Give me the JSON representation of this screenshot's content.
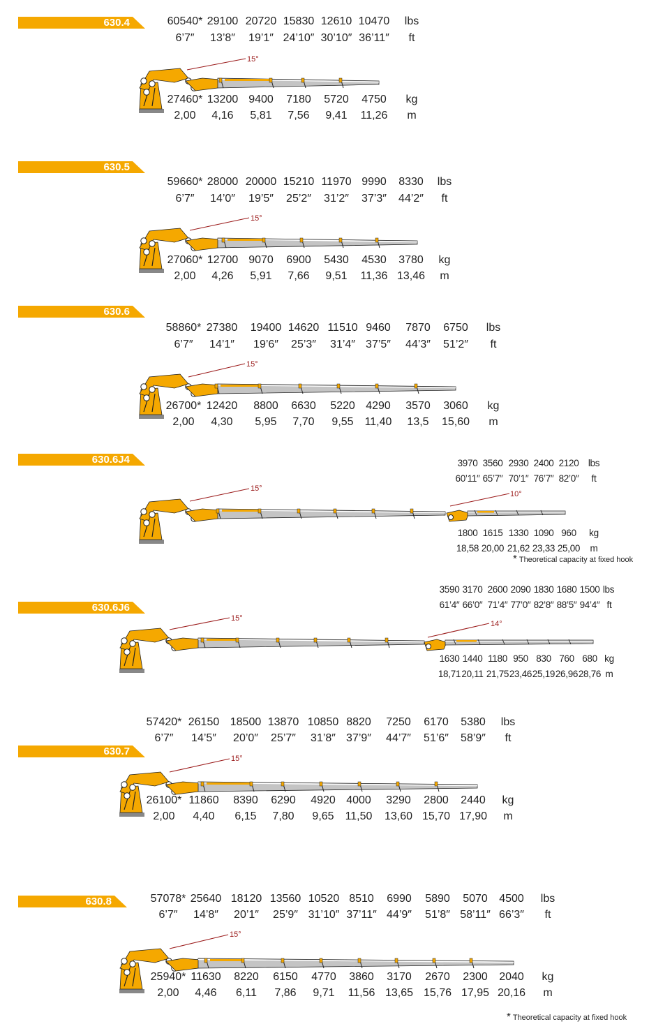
{
  "accent_color": "#f5a800",
  "angle_color": "#9b1b1b",
  "boom_color": "#c4c4c4",
  "models": [
    {
      "name": "630.4",
      "angle": "15°",
      "units_lbs": "lbs",
      "units_ft": "ft",
      "units_kg": "kg",
      "units_m": "m",
      "lbs": [
        "60540*",
        "29100",
        "20720",
        "15830",
        "12610",
        "10470"
      ],
      "ft": [
        "6’7″",
        "13’8″",
        "19’1″",
        "24’10″",
        "30’10″",
        "36’11″"
      ],
      "kg": [
        "27460*",
        "13200",
        "9400",
        "7180",
        "5720",
        "4750"
      ],
      "m": [
        "2,00",
        "4,16",
        "5,81",
        "7,56",
        "9,41",
        "11,26"
      ]
    },
    {
      "name": "630.5",
      "angle": "15°",
      "units_lbs": "lbs",
      "units_ft": "ft",
      "units_kg": "kg",
      "units_m": "m",
      "lbs": [
        "59660*",
        "28000",
        "20000",
        "15210",
        "11970",
        "9990",
        "8330"
      ],
      "ft": [
        "6’7″",
        "14’0″",
        "19’5″",
        "25’2″",
        "31’2″",
        "37’3″",
        "44’2″"
      ],
      "kg": [
        "27060*",
        "12700",
        "9070",
        "6900",
        "5430",
        "4530",
        "3780"
      ],
      "m": [
        "2,00",
        "4,26",
        "5,91",
        "7,66",
        "9,51",
        "11,36",
        "13,46"
      ]
    },
    {
      "name": "630.6",
      "angle": "15°",
      "units_lbs": "lbs",
      "units_ft": "ft",
      "units_kg": "kg",
      "units_m": "m",
      "lbs": [
        "58860*",
        "27380",
        "19400",
        "14620",
        "11510",
        "9460",
        "7870",
        "6750"
      ],
      "ft": [
        "6’7″",
        "14’1″",
        "19’6″",
        "25’3″",
        "31’4″",
        "37’5″",
        "44’3″",
        "51’2″"
      ],
      "kg": [
        "26700*",
        "12420",
        "8800",
        "6630",
        "5220",
        "4290",
        "3570",
        "3060"
      ],
      "m": [
        "2,00",
        "4,30",
        "5,95",
        "7,70",
        "9,55",
        "11,40",
        "13,5",
        "15,60"
      ]
    },
    {
      "name": "630.6J4",
      "angle": "15°",
      "jib_angle": "10°",
      "units_lbs": "lbs",
      "units_ft": "ft",
      "units_kg": "kg",
      "units_m": "m",
      "lbs": [
        "3970",
        "3560",
        "2930",
        "2400",
        "2120"
      ],
      "ft": [
        "60’11″",
        "65’7″",
        "70’1″",
        "76’7″",
        "82’0″"
      ],
      "kg": [
        "1800",
        "1615",
        "1330",
        "1090",
        "960"
      ],
      "m": [
        "18,58",
        "20,00",
        "21,62",
        "23,33",
        "25,00"
      ],
      "note": "Theoretical capacity at fixed hook"
    },
    {
      "name": "630.6J6",
      "angle": "15°",
      "jib_angle": "14°",
      "units_lbs": "lbs",
      "units_ft": "ft",
      "units_kg": "kg",
      "units_m": "m",
      "lbs": [
        "3590",
        "3170",
        "2600",
        "2090",
        "1830",
        "1680",
        "1500"
      ],
      "ft": [
        "61’4″",
        "66’0″",
        "71’4″",
        "77’0″",
        "82’8″",
        "88’5″",
        "94’4″"
      ],
      "kg": [
        "1630",
        "1440",
        "1180",
        "950",
        "830",
        "760",
        "680"
      ],
      "m": [
        "18,71",
        "20,11",
        "21,75",
        "23,46",
        "25,19",
        "26,96",
        "28,76"
      ]
    },
    {
      "name": "630.7",
      "angle": "15°",
      "units_lbs": "lbs",
      "units_ft": "ft",
      "units_kg": "kg",
      "units_m": "m",
      "lbs": [
        "57420*",
        "26150",
        "18500",
        "13870",
        "10850",
        "8820",
        "7250",
        "6170",
        "5380"
      ],
      "ft": [
        "6’7″",
        "14’5″",
        "20’0″",
        "25’7″",
        "31’8″",
        "37’9″",
        "44’7″",
        "51’6″",
        "58’9″"
      ],
      "kg": [
        "26100*",
        "11860",
        "8390",
        "6290",
        "4920",
        "4000",
        "3290",
        "2800",
        "2440"
      ],
      "m": [
        "2,00",
        "4,40",
        "6,15",
        "7,80",
        "9,65",
        "11,50",
        "13,60",
        "15,70",
        "17,90"
      ]
    },
    {
      "name": "630.8",
      "angle": "15°",
      "units_lbs": "lbs",
      "units_ft": "ft",
      "units_kg": "kg",
      "units_m": "m",
      "lbs": [
        "57078*",
        "25640",
        "18120",
        "13560",
        "10520",
        "8510",
        "6990",
        "5890",
        "5070",
        "4500"
      ],
      "ft": [
        "6’7″",
        "14’8″",
        "20’1″",
        "25’9″",
        "31’10″",
        "37’11″",
        "44’9″",
        "51’8″",
        "58’11″",
        "66’3″"
      ],
      "kg": [
        "25940*",
        "11630",
        "8220",
        "6150",
        "4770",
        "3860",
        "3170",
        "2670",
        "2300",
        "2040"
      ],
      "m": [
        "2,00",
        "4,46",
        "6,11",
        "7,86",
        "9,71",
        "11,56",
        "13,65",
        "15,76",
        "17,95",
        "20,16"
      ],
      "note": "Theoretical capacity at fixed hook"
    }
  ]
}
